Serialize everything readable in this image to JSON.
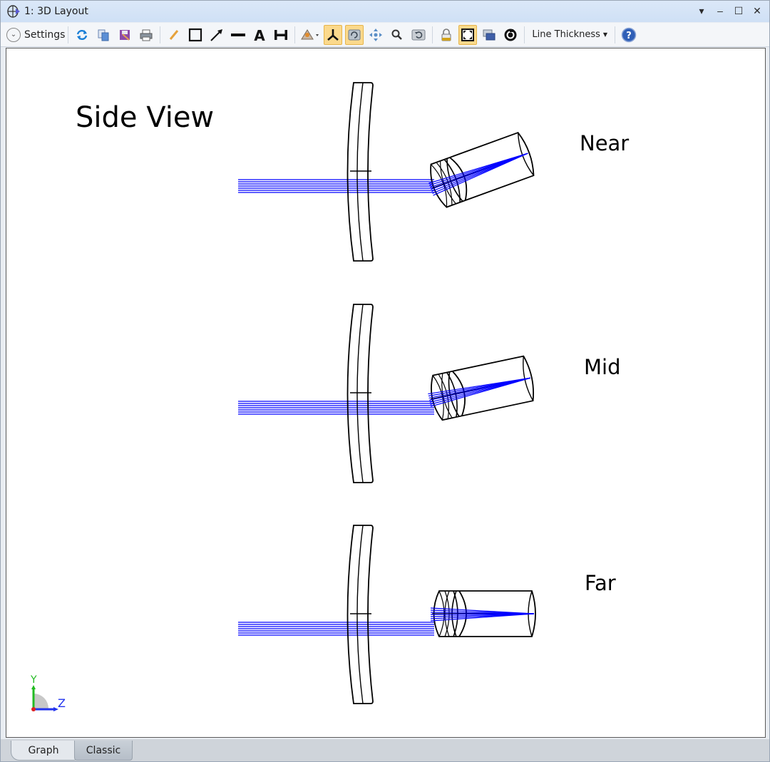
{
  "window": {
    "title": "1: 3D Layout",
    "controls": [
      "dropdown-arrow",
      "minimize",
      "maximize",
      "close"
    ]
  },
  "toolbar": {
    "settings_label": "Settings",
    "line_thickness_label": "Line Thickness",
    "icons": [
      "refresh-icon",
      "copy-icon",
      "save-icon",
      "print-icon",
      "pencil-icon",
      "rectangle-icon",
      "arrow-icon",
      "line-icon",
      "text-icon",
      "dimension-icon",
      "rotate-view-icon",
      "axes-icon",
      "rotate-icon",
      "pan-icon",
      "zoom-icon",
      "reset-view-icon",
      "lock-icon",
      "fit-icon",
      "window-icon",
      "target-icon",
      "help-icon"
    ],
    "active": [
      "axes-icon",
      "rotate-icon",
      "fit-icon"
    ]
  },
  "canvas": {
    "view_label": "Side View",
    "configurations": [
      {
        "label": "Near"
      },
      {
        "label": "Mid"
      },
      {
        "label": "Far"
      }
    ],
    "axis_triad": {
      "y_label": "Y",
      "z_label": "Z"
    },
    "colors": {
      "rays": "#0000ff",
      "lens_outline": "#000000",
      "y_axis": "#22bb22",
      "z_axis": "#2233ee",
      "x_axis": "#dd2222"
    }
  },
  "tabs": [
    {
      "label": "Graph",
      "active": true
    },
    {
      "label": "Classic",
      "active": false
    }
  ]
}
